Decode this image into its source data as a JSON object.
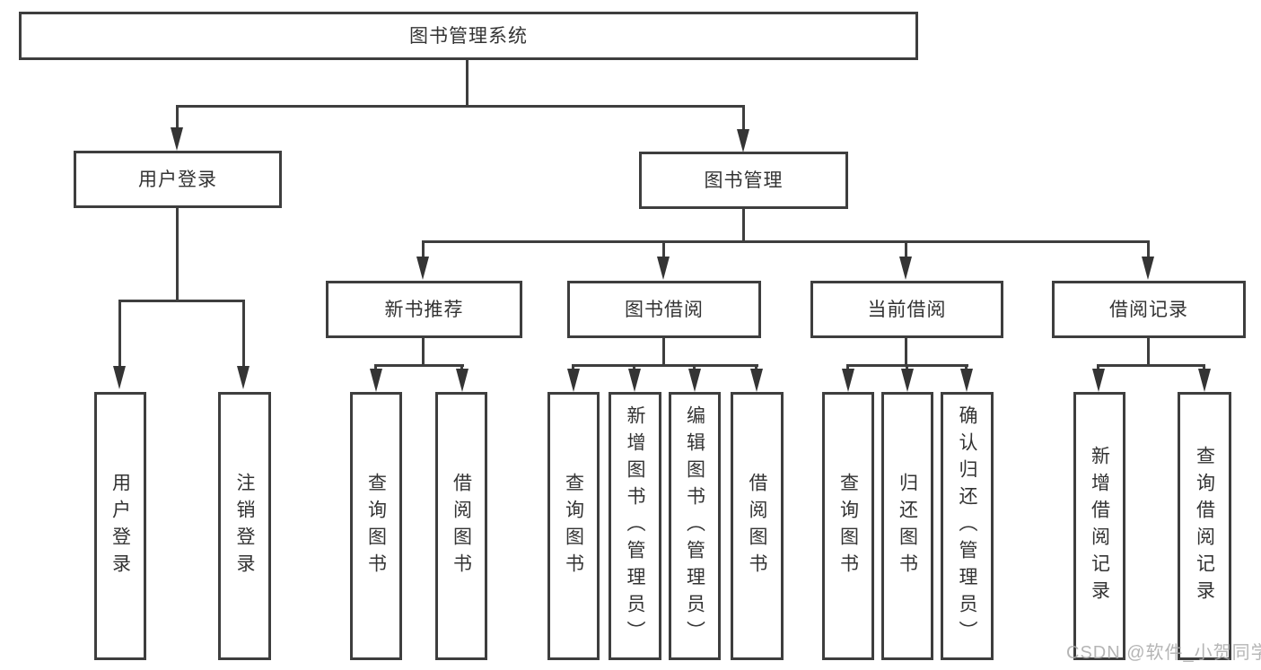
{
  "nodes": {
    "root": "图书管理系统",
    "user_login": "用户登录",
    "book_mgmt": "图书管理",
    "new_books": "新书推荐",
    "book_borrow": "图书借阅",
    "current_borrow": "当前借阅",
    "borrow_records": "借阅记录",
    "leaf_user_login": "用户登录",
    "leaf_logout": "注销登录",
    "leaf_nb_query": "查询图书",
    "leaf_nb_borrow": "借阅图书",
    "leaf_bb_query": "查询图书",
    "leaf_bb_add": "新增图书（管理员）",
    "leaf_bb_edit": "编辑图书（管理员）",
    "leaf_bb_borrow": "借阅图书",
    "leaf_cb_query": "查询图书",
    "leaf_cb_return": "归还图书",
    "leaf_cb_confirm": "确认归还（管理员）",
    "leaf_br_add": "新增借阅记录",
    "leaf_br_query": "查询借阅记录"
  },
  "watermark": "CSDN @软件_小贺同学",
  "colors": {
    "line": "#3e3e3e",
    "text": "#333333",
    "background": "#ffffff",
    "watermark": "#ababab"
  }
}
